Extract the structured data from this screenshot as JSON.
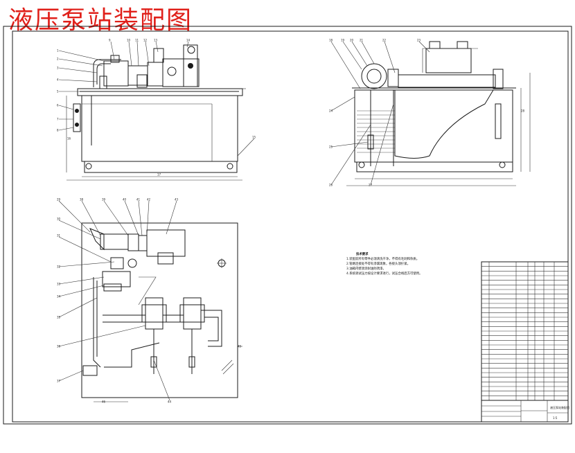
{
  "title": "液压泵站装配图",
  "colors": {
    "title": "#e0201a",
    "line": "#1a1a1a",
    "paper": "#ffffff"
  },
  "main_view_labels": [
    "1",
    "2",
    "3",
    "4",
    "5",
    "6",
    "7",
    "8",
    "9",
    "10",
    "11",
    "12",
    "13",
    "14",
    "15",
    "16",
    "17"
  ],
  "side_view_labels": [
    "18",
    "19",
    "20",
    "21",
    "22",
    "23",
    "24",
    "25",
    "26",
    "27",
    "28"
  ],
  "top_view_labels": [
    "29",
    "30",
    "31",
    "32",
    "33",
    "34",
    "35",
    "36",
    "37",
    "38",
    "39",
    "40",
    "41",
    "42",
    "43",
    "44",
    "45",
    "46"
  ],
  "tech_requirements": {
    "heading": "技术要求",
    "items": [
      "1.装配前所有零件必须清洗干净，不得有毛刺和杂质。",
      "2.管路连接处不得有渗漏现象，各接头须拧紧。",
      "3.油箱内壁须涂耐油防锈漆。",
      "4.系统调试压力按设计要求进行，试压合格后方可使用。"
    ]
  },
  "bom_rows": 30,
  "title_block": {
    "drawing_name": "液压泵站装配图",
    "scale": "1:5"
  }
}
